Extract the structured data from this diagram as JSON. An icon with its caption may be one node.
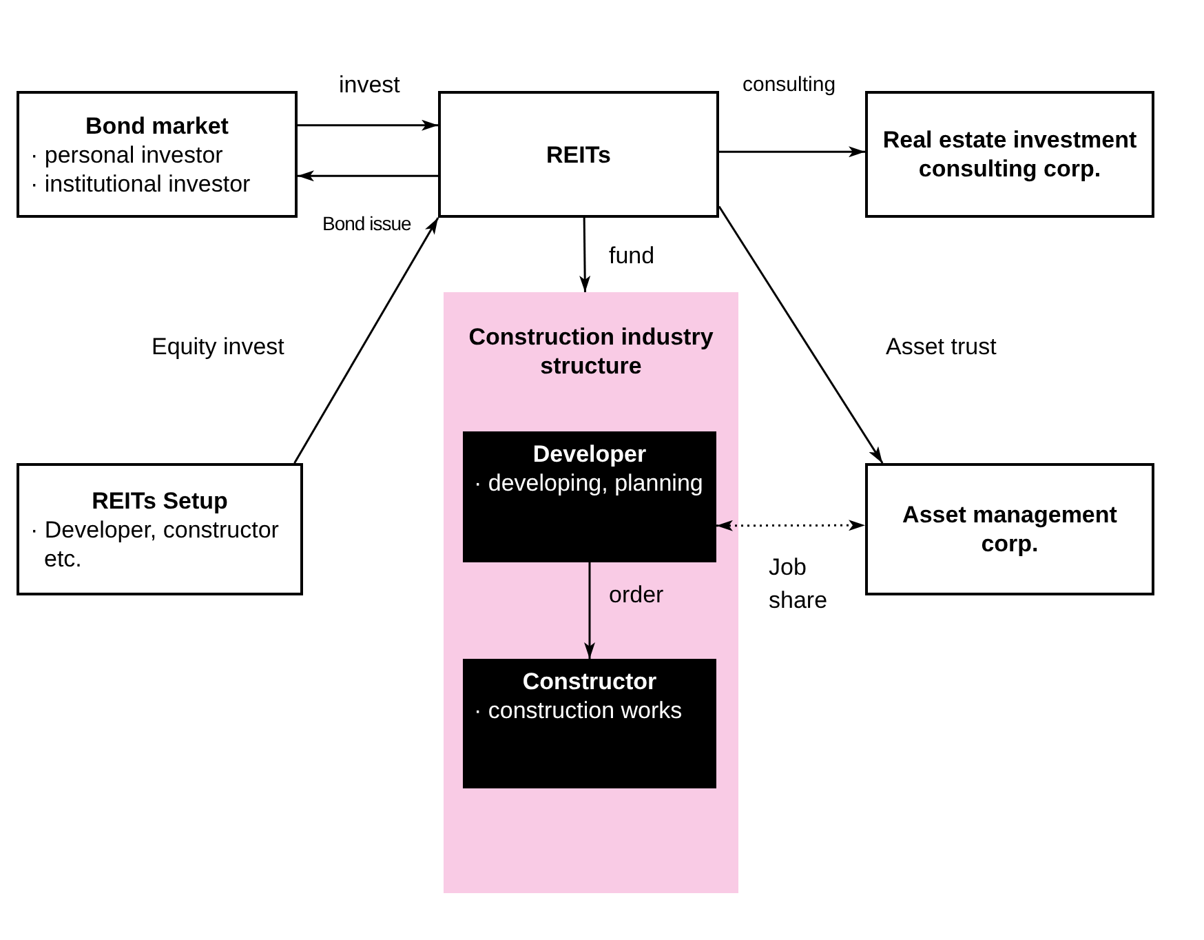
{
  "diagram": {
    "nodes": [
      {
        "text": [
          "Bond market",
          "· personal investor",
          "· institutional investor"
        ]
      },
      {
        "text": [
          "REITs"
        ]
      },
      {
        "text": [
          "Real estate investment consulting corp."
        ]
      },
      {
        "text": [
          "Construction industry structure"
        ]
      },
      {
        "text": [
          "Developer",
          "· developing, planning"
        ],
        "in": 3
      },
      {
        "text": [
          "Constructor",
          "· construction works"
        ],
        "in": 3
      },
      {
        "text": [
          "REITs Setup",
          "· Developer, constructor etc."
        ]
      },
      {
        "text": [
          "Asset management corp."
        ]
      }
    ],
    "edges": [
      {
        "from": 0,
        "to": 1,
        "arrow": "to",
        "label": "invest"
      },
      {
        "from": 1,
        "to": 0,
        "arrow": "to",
        "label": "Bond issue"
      },
      {
        "from": 1,
        "to": 2,
        "arrow": "to",
        "label": "consulting"
      },
      {
        "from": 1,
        "to": 3,
        "arrow": "to",
        "label": "fund"
      },
      {
        "from": 6,
        "to": 1,
        "arrow": "to",
        "label": "Equity invest"
      },
      {
        "from": 1,
        "to": 7,
        "arrow": "to",
        "label": "Asset trust"
      },
      {
        "from": 4,
        "to": 5,
        "arrow": "to",
        "label": "order"
      },
      {
        "from": 4,
        "to": 7,
        "arrow": "both",
        "label": "Job share",
        "style": "dashed"
      }
    ]
  }
}
